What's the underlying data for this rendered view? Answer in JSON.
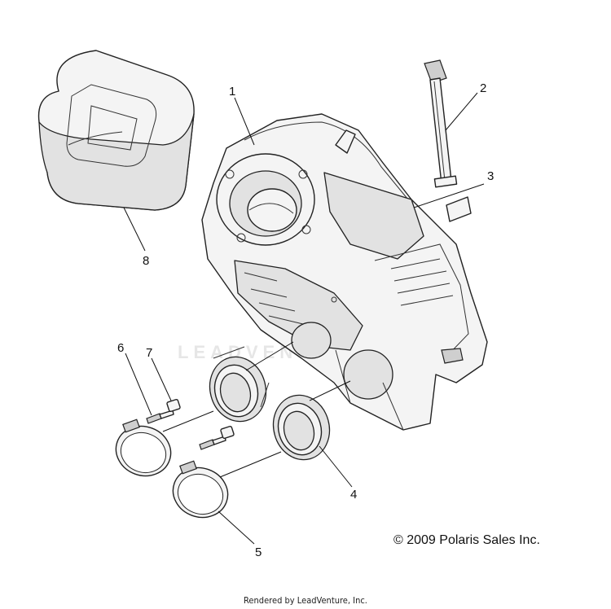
{
  "watermark": "LEADVENTURE",
  "callouts": [
    {
      "id": "1",
      "label": "1"
    },
    {
      "id": "2",
      "label": "2"
    },
    {
      "id": "3",
      "label": "3"
    },
    {
      "id": "4",
      "label": "4"
    },
    {
      "id": "5",
      "label": "5"
    },
    {
      "id": "6",
      "label": "6"
    },
    {
      "id": "7",
      "label": "7"
    },
    {
      "id": "8",
      "label": "8"
    }
  ],
  "copyright": "© 2009 Polaris Sales Inc.",
  "footer": "Rendered by LeadVenture, Inc."
}
